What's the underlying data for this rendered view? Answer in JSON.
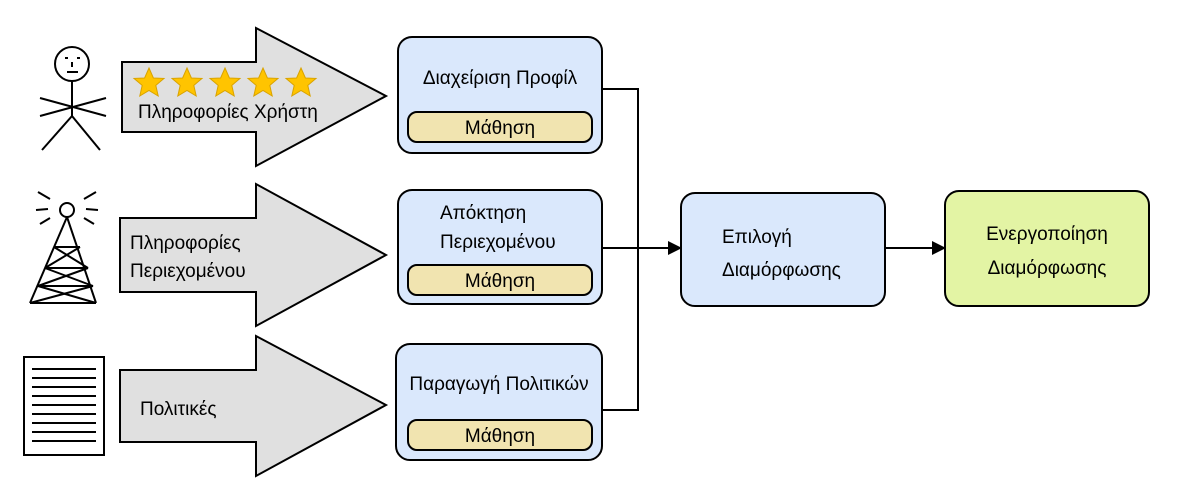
{
  "inputs": {
    "user_info": "Πληροφορίες Χρήστη",
    "content_info_line1": "Πληροφορίες",
    "content_info_line2": "Περιεχομένου",
    "policies": "Πολιτικές"
  },
  "modules": {
    "profile_management": "Διαχείριση Προφίλ",
    "content_acquisition_line1": "Απόκτηση",
    "content_acquisition_line2": "Περιεχομένου",
    "policy_generation": "Παραγωγή Πολιτικών",
    "learning": "Μάθηση"
  },
  "outputs": {
    "configuration_selection_line1": "Επιλογή",
    "configuration_selection_line2": "Διαμόρφωσης",
    "configuration_activation_line1": "Ενεργοποίηση",
    "configuration_activation_line2": "Διαμόρφωσης"
  },
  "colors": {
    "module_fill": "#dae8fc",
    "learning_fill": "#f1e4b0",
    "activation_fill": "#e3f4a4",
    "arrow_fill": "#e0e0e0",
    "star_fill": "#ffc400"
  },
  "icons": {
    "user": "stick-figure-icon",
    "content": "antenna-tower-icon",
    "policies": "document-icon",
    "rating": "star-icon"
  }
}
